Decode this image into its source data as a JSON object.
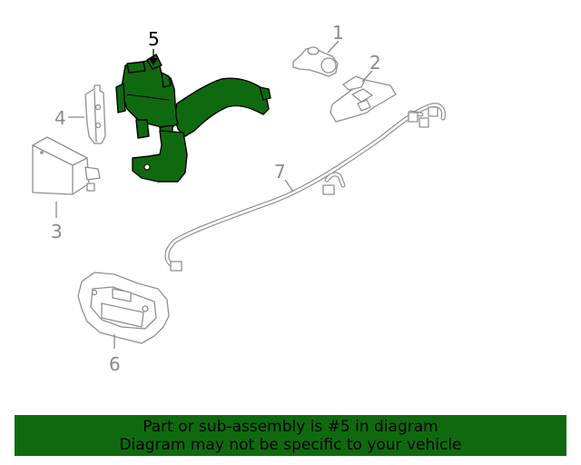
{
  "diagram": {
    "callouts": [
      "1",
      "2",
      "3",
      "4",
      "5",
      "6",
      "7"
    ],
    "highlighted_part": "5",
    "colors": {
      "highlight": "#0f6a0f",
      "outline": "#8f8f8f",
      "banner": "#0f6a0f"
    }
  },
  "banner": {
    "line1": "Part or sub-assembly is #5 in diagram",
    "line2": "Diagram may not be specific to your vehicle"
  }
}
